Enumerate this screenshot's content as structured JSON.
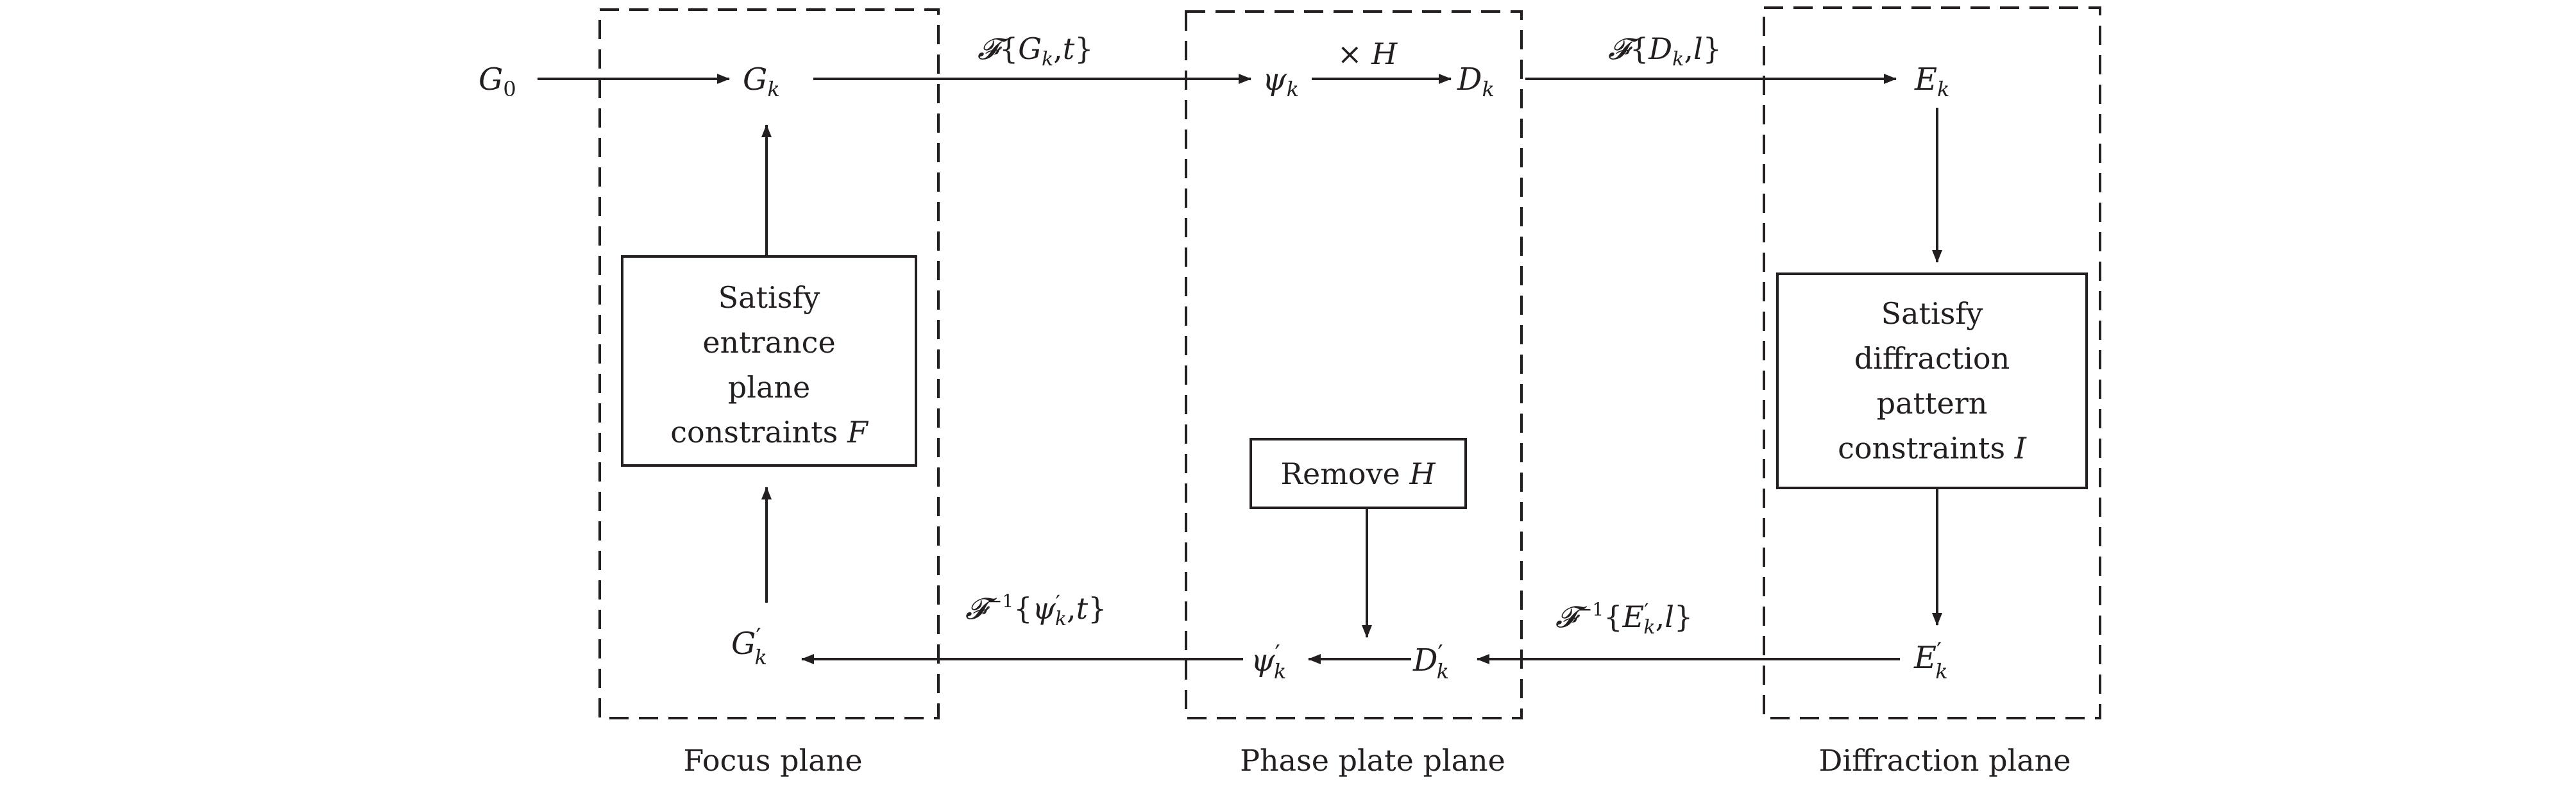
{
  "nodes": {
    "G0": {
      "main": "G",
      "sub": "0",
      "prime": ""
    },
    "Gk": {
      "main": "G",
      "sub": "k",
      "prime": ""
    },
    "psik": {
      "main": "ψ",
      "sub": "k",
      "prime": ""
    },
    "Dk": {
      "main": "D",
      "sub": "k",
      "prime": ""
    },
    "Ek": {
      "main": "E",
      "sub": "k",
      "prime": ""
    },
    "Gkp": {
      "main": "G",
      "sub": "k",
      "prime": "′"
    },
    "psikp": {
      "main": "ψ",
      "sub": "k",
      "prime": "′"
    },
    "Dkp": {
      "main": "D",
      "sub": "k",
      "prime": "′"
    },
    "Ekp": {
      "main": "E",
      "sub": "k",
      "prime": "′"
    }
  },
  "edge_labels": {
    "fwd1": {
      "op": "𝓕",
      "arg1": "G",
      "arg1_sub": "k",
      "arg1_prime": "",
      "arg2": "t"
    },
    "multH": {
      "times": "×",
      "var": "H"
    },
    "fwd2": {
      "op": "𝓕",
      "arg1": "D",
      "arg1_sub": "k",
      "arg1_prime": "",
      "arg2": "l"
    },
    "inv1": {
      "op": "𝓕",
      "inv": "−1",
      "arg1": "E",
      "arg1_sub": "k",
      "arg1_prime": "′",
      "arg2": "l"
    },
    "inv2": {
      "op": "𝓕",
      "inv": "−1",
      "arg1": "ψ",
      "arg1_sub": "k",
      "arg1_prime": "′",
      "arg2": "t"
    }
  },
  "boxes": {
    "entrance": {
      "lines": [
        "Satisfy",
        "entrance",
        "plane"
      ],
      "last_text": "constraints ",
      "last_var": "F"
    },
    "diffraction": {
      "lines": [
        "Satisfy",
        "diffraction",
        "pattern"
      ],
      "last_text": "constraints ",
      "last_var": "I"
    },
    "remove": {
      "text": "Remove ",
      "var": "H"
    }
  },
  "plane_labels": {
    "focus": "Focus plane",
    "phase": "Phase plate plane",
    "diffraction": "Diffraction plane"
  },
  "colors": {
    "ink": "#231f20",
    "background": "#ffffff"
  }
}
